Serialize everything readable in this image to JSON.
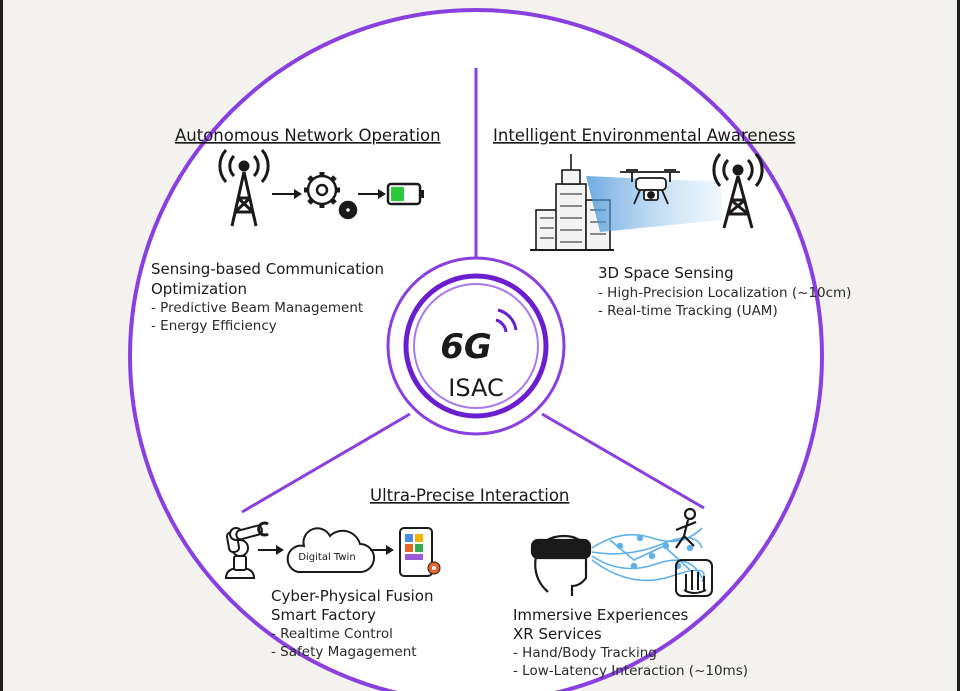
{
  "center": {
    "logo": "6G",
    "label": "ISAC"
  },
  "sections": {
    "network": {
      "title": "Autonomous Network Operation",
      "heading_line1": "Sensing-based Communication",
      "heading_line2": "Optimization",
      "bullets": [
        "- Predictive Beam Management",
        "- Energy Efficiency"
      ]
    },
    "awareness": {
      "title": "Intelligent Environmental Awareness",
      "heading": "3D Space Sensing",
      "bullets": [
        "- High-Precision Localization (~10cm)",
        "- Real-time Tracking (UAM)"
      ]
    },
    "interaction": {
      "title": "Ultra-Precise Interaction",
      "factory": {
        "heading_line1": "Cyber-Physical Fusion",
        "heading_line2": "Smart Factory",
        "bullets": [
          "- Realtime Control",
          "- Safety Magagement"
        ],
        "digital_twin_label": "Digital Twin"
      },
      "xr": {
        "heading_line1": "Immersive Experiences",
        "heading_line2": "XR Services",
        "bullets": [
          "- Hand/Body Tracking",
          "- Low-Latency Interaction (~10ms)"
        ]
      }
    }
  },
  "colors": {
    "ring": "#8a3fe0",
    "ring_inner": "#6a1ed0",
    "battery": "#2cc93a",
    "beam": "#5fb0e8",
    "gear_accent": "#e8652a"
  },
  "icons": [
    "cell-tower-icon",
    "gears-icon",
    "battery-icon",
    "city-building-icon",
    "drone-icon",
    "robot-arm-icon",
    "cloud-icon",
    "tablet-icon",
    "vr-headset-icon",
    "running-person-icon",
    "hand-gesture-icon"
  ]
}
